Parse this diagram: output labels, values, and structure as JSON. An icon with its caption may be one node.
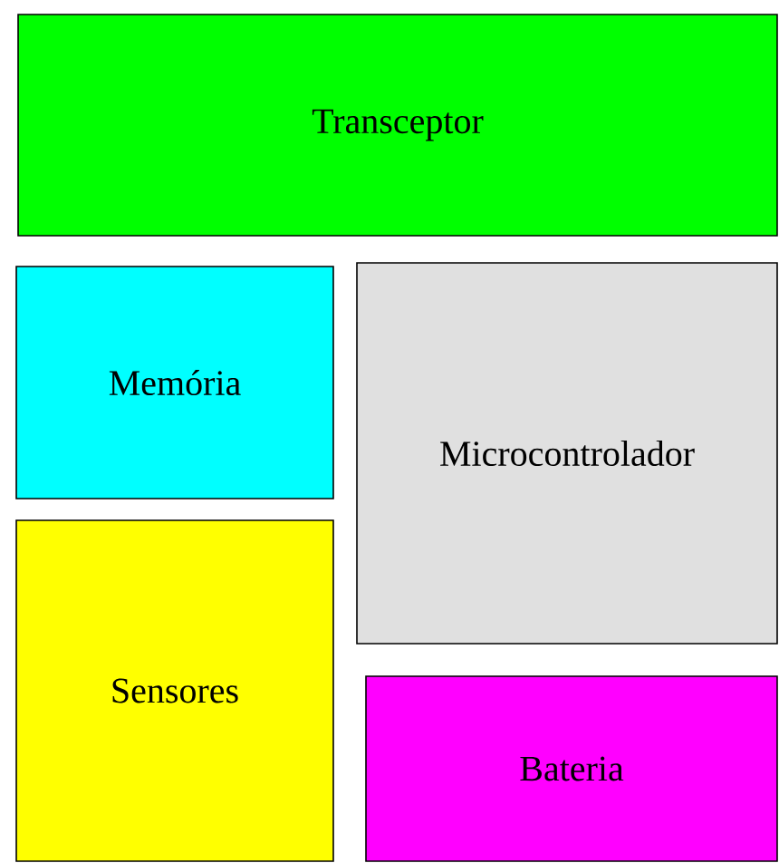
{
  "diagram": {
    "nodes": [
      {
        "text": [
          "Transceptor"
        ]
      },
      {
        "text": [
          "Memória"
        ]
      },
      {
        "text": [
          "Microcontrolador"
        ]
      },
      {
        "text": [
          "Sensores"
        ]
      },
      {
        "text": [
          "Bateria"
        ]
      }
    ]
  }
}
